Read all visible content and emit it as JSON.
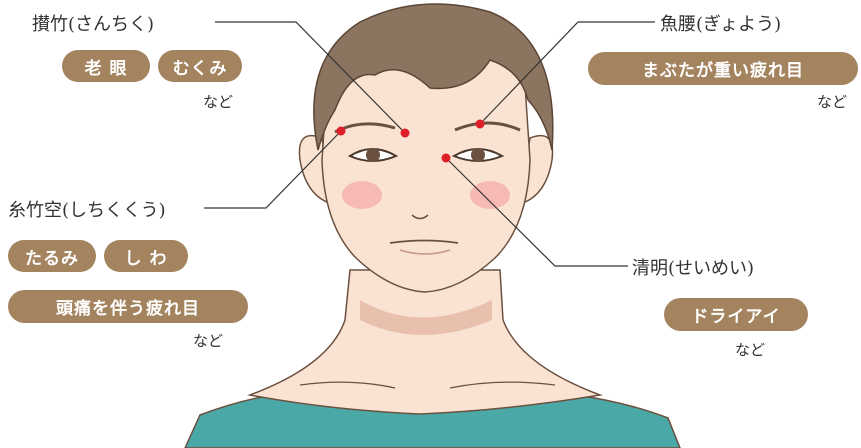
{
  "points": {
    "sanchiku": {
      "name": "攅竹(さんちく)",
      "tags": [
        "老 眼",
        "むくみ"
      ],
      "etc": "など"
    },
    "gyoyo": {
      "name": "魚腰(ぎょよう)",
      "tags": [
        "まぶたが重い疲れ目"
      ],
      "etc": "など"
    },
    "shichikukuu": {
      "name": "糸竹空(しちくくう)",
      "tags": [
        "たるみ",
        "し わ",
        "頭痛を伴う疲れ目"
      ],
      "etc": "など"
    },
    "seimei": {
      "name": "清明(せいめい)",
      "tags": [
        "ドライアイ"
      ],
      "etc": "など"
    }
  },
  "colors": {
    "pill": "#a4835f",
    "point": "#e01e2a",
    "skin": "#fbe3d3",
    "hair": "#8b7560",
    "shirt": "#4aa9a7"
  }
}
